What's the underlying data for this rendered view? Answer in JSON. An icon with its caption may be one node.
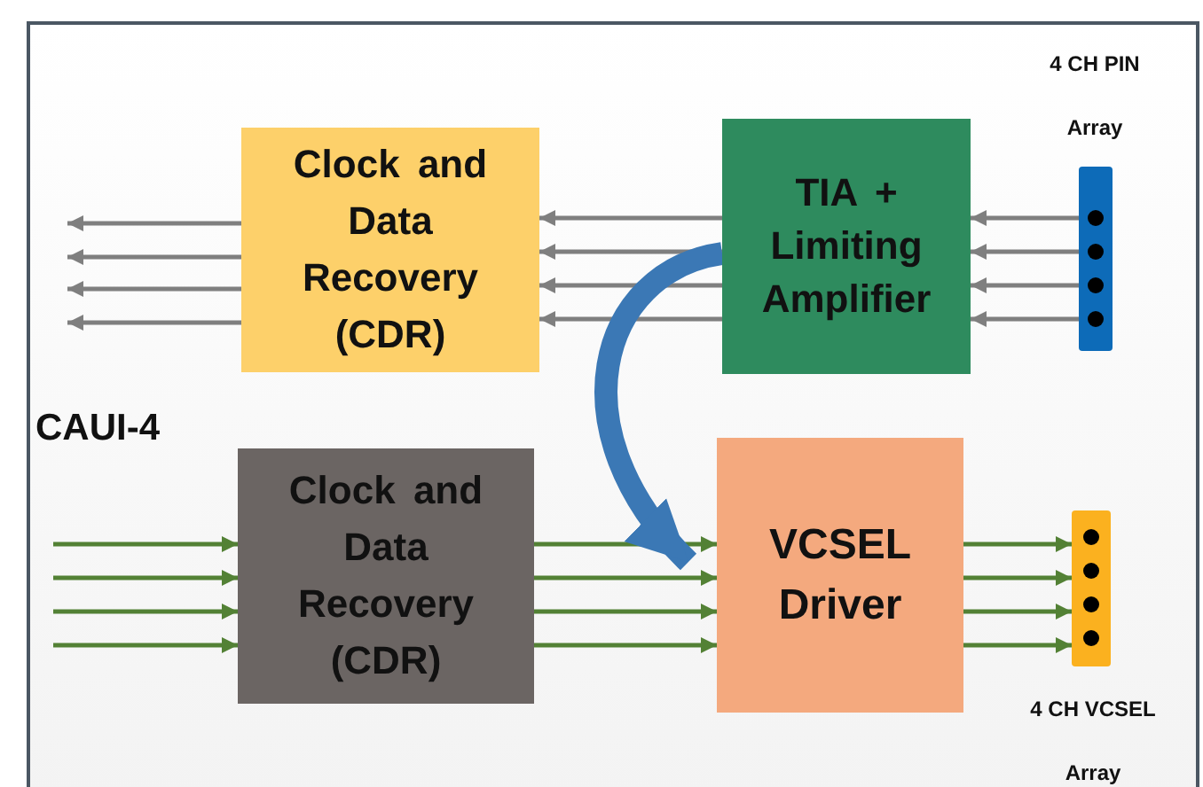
{
  "diagram": {
    "nodes": [
      {
        "text": [
          "Clock and Data Recovery (CDR)"
        ]
      },
      {
        "text": [
          "TIA + Limiting Amplifier"
        ]
      },
      {
        "text": [],
        "shape": "bar",
        "beside": [
          "4 CH PIN Array"
        ]
      },
      {
        "text": [
          "Clock and Data Recovery (CDR)"
        ]
      },
      {
        "text": [
          "VCSEL Driver"
        ]
      },
      {
        "text": [],
        "shape": "bar",
        "beside": [
          "4 CH VCSEL Array"
        ]
      }
    ],
    "edges": [
      {
        "from": 2,
        "to": 1,
        "arrow": "to"
      },
      {
        "from": 2,
        "to": 1,
        "arrow": "to"
      },
      {
        "from": 2,
        "to": 1,
        "arrow": "to"
      },
      {
        "from": 2,
        "to": 1,
        "arrow": "to"
      },
      {
        "from": 1,
        "to": 0,
        "arrow": "to"
      },
      {
        "from": 1,
        "to": 0,
        "arrow": "to"
      },
      {
        "from": 1,
        "to": 0,
        "arrow": "to"
      },
      {
        "from": 1,
        "to": 0,
        "arrow": "to"
      },
      {
        "from": 0,
        "to": null,
        "arrow": "to"
      },
      {
        "from": 0,
        "to": null,
        "arrow": "to"
      },
      {
        "from": 0,
        "to": null,
        "arrow": "to"
      },
      {
        "from": 0,
        "to": null,
        "arrow": "to"
      },
      {
        "from": null,
        "to": 3,
        "arrow": "to",
        "color": "#538135"
      },
      {
        "from": null,
        "to": 3,
        "arrow": "to",
        "color": "#538135"
      },
      {
        "from": null,
        "to": 3,
        "arrow": "to",
        "color": "#538135"
      },
      {
        "from": null,
        "to": 3,
        "arrow": "to",
        "color": "#538135"
      },
      {
        "from": 3,
        "to": 4,
        "arrow": "to",
        "color": "#538135"
      },
      {
        "from": 3,
        "to": 4,
        "arrow": "to",
        "color": "#538135"
      },
      {
        "from": 3,
        "to": 4,
        "arrow": "to",
        "color": "#538135"
      },
      {
        "from": 3,
        "to": 4,
        "arrow": "to",
        "color": "#538135"
      },
      {
        "from": 4,
        "to": 5,
        "arrow": "to",
        "color": "#538135"
      },
      {
        "from": 4,
        "to": 5,
        "arrow": "to",
        "color": "#538135"
      },
      {
        "from": 4,
        "to": 5,
        "arrow": "to",
        "color": "#538135"
      },
      {
        "from": 4,
        "to": 5,
        "arrow": "to",
        "color": "#538135"
      },
      {
        "from": 1,
        "to": 4,
        "arrow": "to",
        "style": "thick",
        "color": "#3b78b5"
      }
    ],
    "labels": [
      "CAUI-4"
    ]
  }
}
